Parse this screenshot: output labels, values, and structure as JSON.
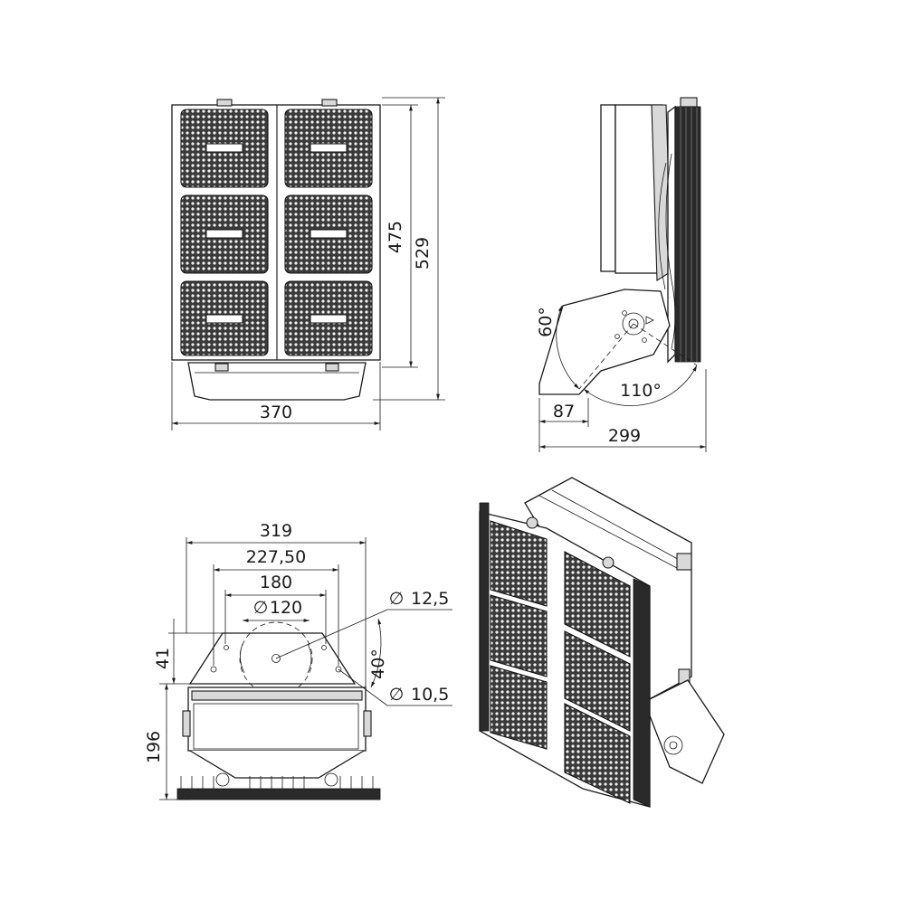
{
  "views": {
    "front": {
      "height_inner": "475",
      "height_total": "529",
      "width": "370"
    },
    "side": {
      "angle_tilt": "60°",
      "angle_swing": "110°",
      "offset": "87",
      "depth": "299"
    },
    "bracket": {
      "width_total": "319",
      "width_holes": "227,50",
      "width_slot": "180",
      "dia_circle": "120",
      "dia_hole_large": "12,5",
      "dia_hole_small": "10,5",
      "angle": "40°",
      "height_bracket": "41",
      "height_body": "196",
      "dia_symbol": "∅"
    }
  },
  "colors": {
    "line": "#1a1a1a",
    "module_fill": "#2a2a2a",
    "background": "#ffffff"
  }
}
